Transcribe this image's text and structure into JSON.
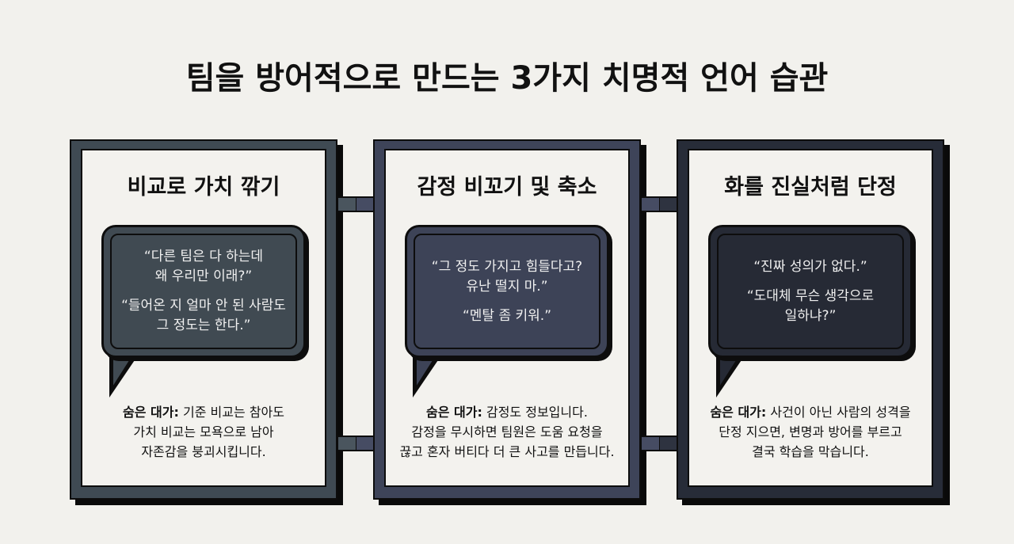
{
  "title": "팀을 방어적으로 만드는 3가지 치명적 언어 습관",
  "colors": {
    "background": "#f2f1ed",
    "panel1_frame": "#3f4a53",
    "panel2_frame": "#3e4459",
    "panel3_frame": "#272c38",
    "bubble1": "#404a52",
    "bubble2": "#3d4357",
    "bubble3": "#262a35"
  },
  "panels": [
    {
      "heading": "비교로 가치 깎기",
      "quotes": [
        "“다른 팀은 다 하는데\n왜 우리만 이래?”",
        "“들어온 지 얼마 안 된 사람도\n그 정도는 한다.”"
      ],
      "cost_label": "숨은 대가:",
      "cost_text": " 기준 비교는 참아도\n가치 비교는 모욕으로 남아\n자존감을 붕괴시킵니다."
    },
    {
      "heading": "감정 비꼬기 및 축소",
      "quotes": [
        "“그 정도 가지고 힘들다고?\n유난 떨지 마.”",
        "“멘탈 좀 키워.”"
      ],
      "cost_label": "숨은 대가:",
      "cost_text": " 감정도 정보입니다.\n감정을 무시하면 팀원은 도움 요청을\n끊고 혼자 버티다 더 큰 사고를 만듭니다."
    },
    {
      "heading": "화를 진실처럼 단정",
      "quotes": [
        "“진짜 성의가 없다.”",
        "“도대체 무슨 생각으로\n일하냐?”"
      ],
      "cost_label": "숨은 대가:",
      "cost_text": " 사건이 아닌 사람의 성격을\n단정 지으면, 변명과 방어를 부르고\n결국 학습을 막습니다."
    }
  ]
}
